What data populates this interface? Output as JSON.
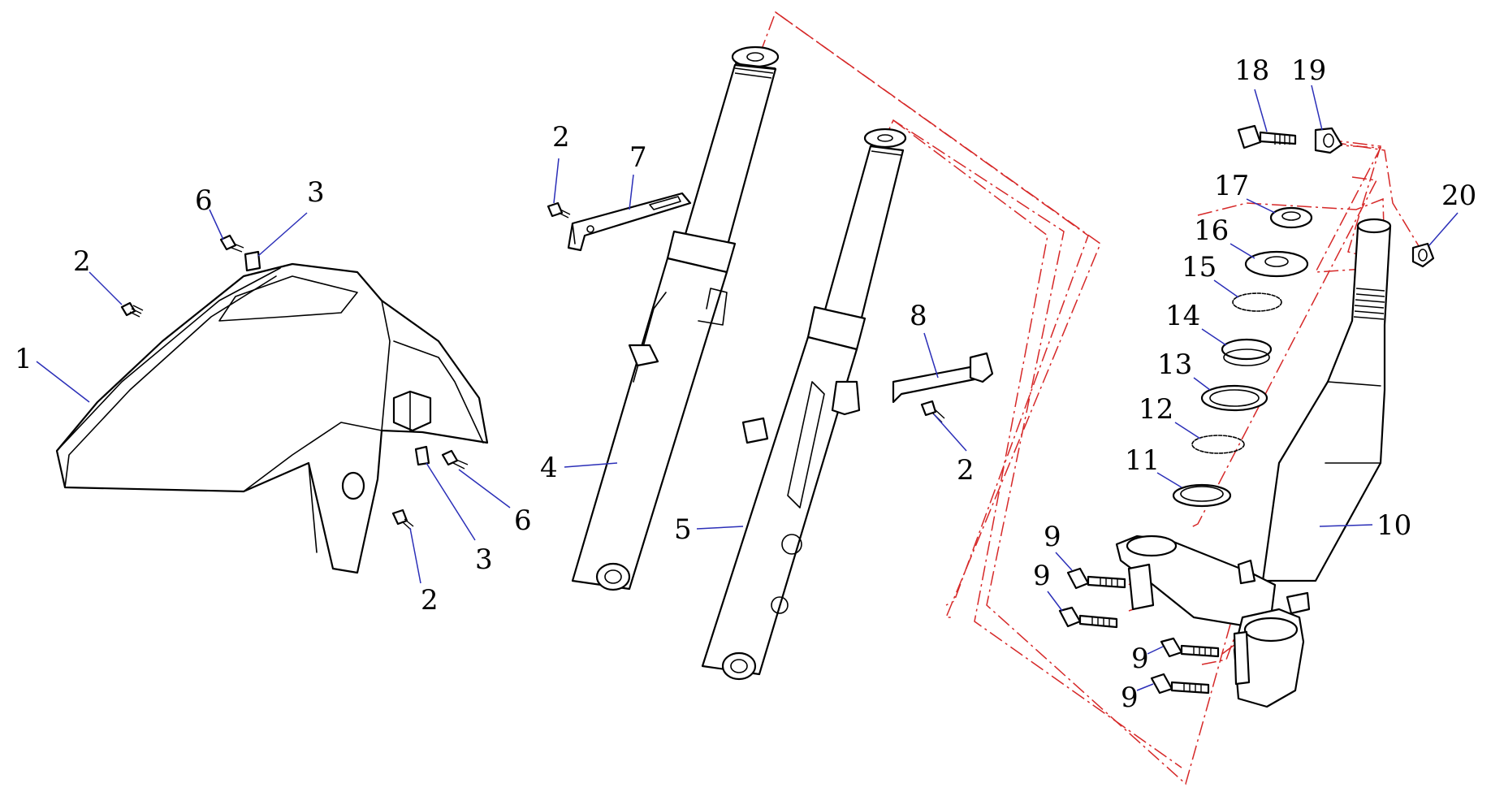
{
  "colors": {
    "leader": "#2b2fb8",
    "assembly_line": "#d62828",
    "outline": "#000000",
    "background": "#ffffff"
  },
  "callouts": [
    {
      "id": "c1",
      "text": "1"
    },
    {
      "id": "c2a",
      "text": "2"
    },
    {
      "id": "c6a",
      "text": "6"
    },
    {
      "id": "c3a",
      "text": "3"
    },
    {
      "id": "c3b",
      "text": "3"
    },
    {
      "id": "c6b",
      "text": "6"
    },
    {
      "id": "c2b",
      "text": "2"
    },
    {
      "id": "c2c",
      "text": "2"
    },
    {
      "id": "c7",
      "text": "7"
    },
    {
      "id": "c4",
      "text": "4"
    },
    {
      "id": "c5",
      "text": "5"
    },
    {
      "id": "c8",
      "text": "8"
    },
    {
      "id": "c2d",
      "text": "2"
    },
    {
      "id": "c18",
      "text": "18"
    },
    {
      "id": "c19",
      "text": "19"
    },
    {
      "id": "c17",
      "text": "17"
    },
    {
      "id": "c20",
      "text": "20"
    },
    {
      "id": "c16",
      "text": "16"
    },
    {
      "id": "c15",
      "text": "15"
    },
    {
      "id": "c14",
      "text": "14"
    },
    {
      "id": "c13",
      "text": "13"
    },
    {
      "id": "c12",
      "text": "12"
    },
    {
      "id": "c11",
      "text": "11"
    },
    {
      "id": "c10",
      "text": "10"
    },
    {
      "id": "c9a",
      "text": "9"
    },
    {
      "id": "c9b",
      "text": "9"
    },
    {
      "id": "c9c",
      "text": "9"
    },
    {
      "id": "c9d",
      "text": "9"
    }
  ]
}
